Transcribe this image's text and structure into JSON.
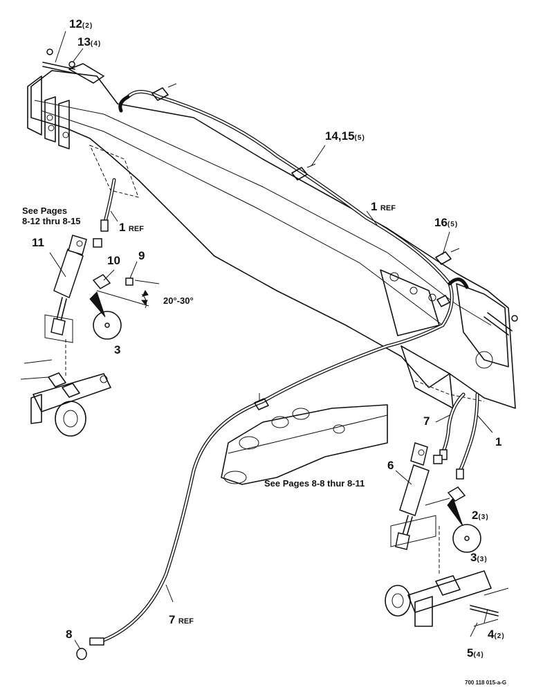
{
  "callouts": {
    "c12": {
      "num": "12",
      "qty": "(2)"
    },
    "c13": {
      "num": "13",
      "qty": "(4)"
    },
    "c14_15": {
      "num": "14,15",
      "qty": "(5)"
    },
    "c1_top": {
      "num": "1",
      "ref": "REF"
    },
    "c1_left": {
      "num": "1",
      "ref": "REF"
    },
    "c16": {
      "num": "16",
      "qty": "(5)"
    },
    "c11": {
      "num": "11"
    },
    "c10": {
      "num": "10"
    },
    "c9": {
      "num": "9"
    },
    "c3_left": {
      "num": "3"
    },
    "c7_right": {
      "num": "7"
    },
    "c1_right": {
      "num": "1"
    },
    "c6": {
      "num": "6"
    },
    "c2": {
      "num": "2",
      "qty": "(3)"
    },
    "c3_right": {
      "num": "3",
      "qty": "(3)"
    },
    "c7_bottom": {
      "num": "7",
      "ref": "REF"
    },
    "c8": {
      "num": "8"
    },
    "c4": {
      "num": "4",
      "qty": "(2)"
    },
    "c5": {
      "num": "5",
      "qty": "(4)"
    }
  },
  "notes": {
    "see_pages_left_line1": "See Pages",
    "see_pages_left_line2": "8-12 thru 8-15",
    "see_pages_right": "See Pages 8-8 thur 8-11",
    "angle": "20°-30°"
  },
  "document_id": "700 118 015-a-G"
}
